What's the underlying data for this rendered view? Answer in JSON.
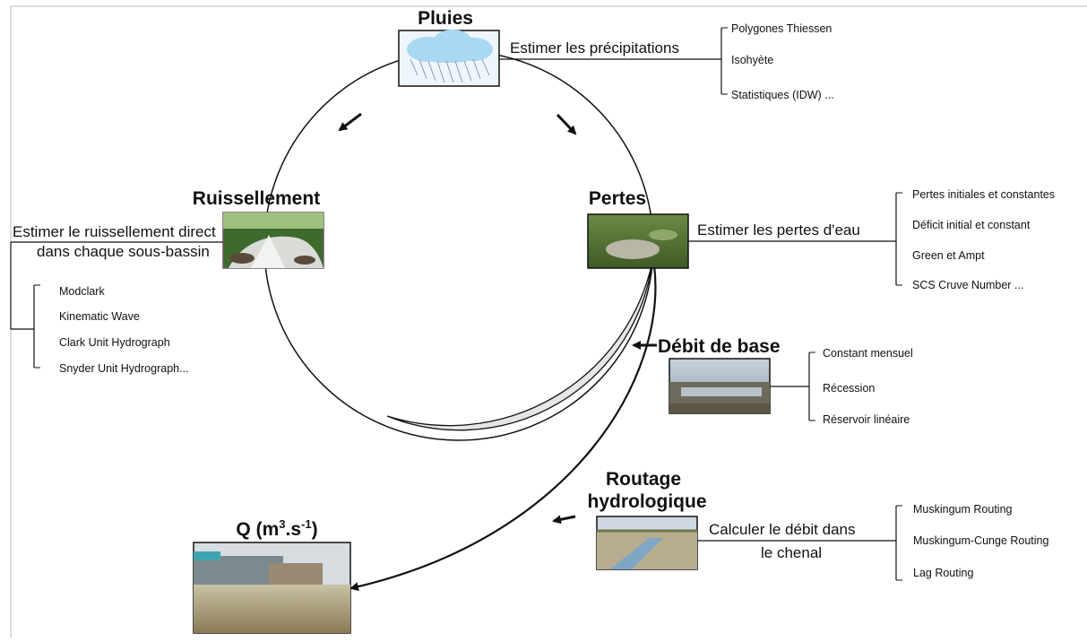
{
  "stages": {
    "pluies": {
      "title": "Pluies",
      "action": "Estimer les précipitations",
      "methods": [
        "Polygones Thiessen",
        "Isohyète",
        "Statistiques (IDW) ..."
      ]
    },
    "ruissellement": {
      "title": "Ruissellement",
      "action_line1": "Estimer le ruissellement direct",
      "action_line2": "dans chaque sous-bassin",
      "methods": [
        "Modclark",
        "Kinematic Wave",
        "Clark Unit Hydrograph",
        "Snyder Unit Hydrograph..."
      ]
    },
    "pertes": {
      "title": "Pertes",
      "action": "Estimer les pertes d'eau",
      "methods": [
        "Pertes initiales et constantes",
        "Déficit initial et constant",
        "Green et Ampt",
        "SCS Cruve Number ..."
      ]
    },
    "debit_base": {
      "title": "Débit de base",
      "methods": [
        "Constant mensuel",
        "Récession",
        "Réservoir linéaire"
      ]
    },
    "routage": {
      "title_line1": "Routage",
      "title_line2": "hydrologique",
      "action_line1": "Calculer le débit dans",
      "action_line2": "le chenal",
      "methods": [
        "Muskingum Routing",
        "Muskingum-Cunge Routing",
        "Lag Routing"
      ]
    },
    "outlet": {
      "title_prefix": "Q (m",
      "title_exp1": "3",
      "title_mid": ".s",
      "title_exp2": "-1",
      "title_suffix": ")"
    }
  },
  "colors": {
    "rain_sky": "#dbe9f7",
    "cloud": "#a9d8f2",
    "crescent": "#e6e6e6",
    "line": "#111111"
  },
  "icons": {
    "rain": "cloud-rain-icon",
    "flow_arrow": "arrow-icon"
  }
}
